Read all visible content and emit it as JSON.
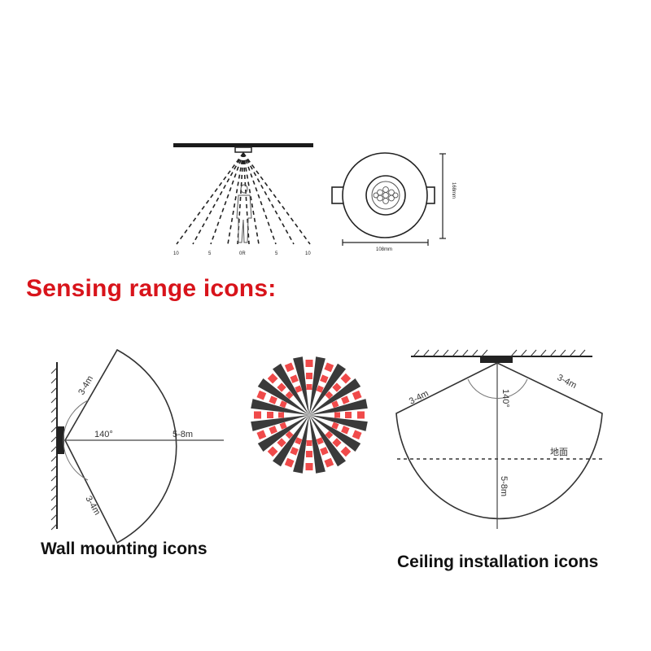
{
  "heading": "Sensing range icons:",
  "top_diagram": {
    "distance_labels": [
      "10",
      "5",
      "0R",
      "5",
      "10"
    ],
    "width_label": "108mm",
    "height_label": "168mm"
  },
  "wall": {
    "caption": "Wall mounting icons",
    "upper_range": "3-4m",
    "angle": "140°",
    "forward_range": "5-8m",
    "lower_range": "3-4m"
  },
  "ceiling": {
    "caption": "Ceiling installation icons",
    "left_range": "3-4m",
    "right_range": "3-4m",
    "angle": "140°",
    "ground_label": "地面",
    "depth_range": "5-8m"
  },
  "colors": {
    "heading": "#d8141b",
    "red_marks": "#f04a4a",
    "dark_marks": "#3a3a3a"
  }
}
